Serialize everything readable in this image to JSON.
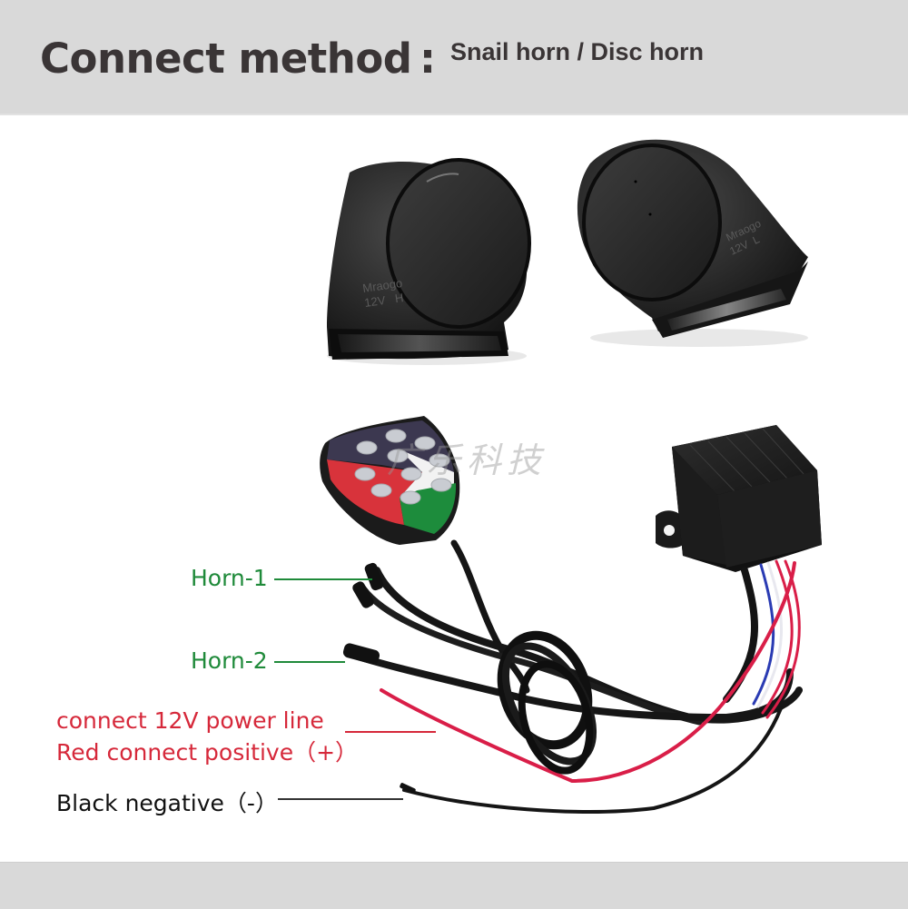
{
  "header": {
    "title": "Connect method :",
    "subtitle": "Snail horn / Disc horn"
  },
  "product": {
    "horn_left": {
      "brand": "Mraogo",
      "voltage": "12V",
      "tone": "H"
    },
    "horn_right": {
      "brand": "Mraogo",
      "voltage": "12V",
      "tone": "L"
    },
    "remote_pad": {
      "buttons": 9,
      "colors": {
        "top": "#3c3850",
        "red": "#d8333b",
        "white": "#f2f2f2",
        "green": "#1d8c3c"
      }
    },
    "controller_box": "black-controller-box",
    "watermark": "广乐科技"
  },
  "labels": {
    "horn1": "Horn-1",
    "horn2": "Horn-2",
    "power_line": "connect 12V power line",
    "positive": "Red connect positive（+）",
    "negative": "Black negative（-）"
  },
  "colors": {
    "band": "#d9d9d9",
    "title_text": "#3a3536",
    "horn_label": "#1f8a3a",
    "power_label": "#d6283a",
    "negative_label": "#111111"
  }
}
